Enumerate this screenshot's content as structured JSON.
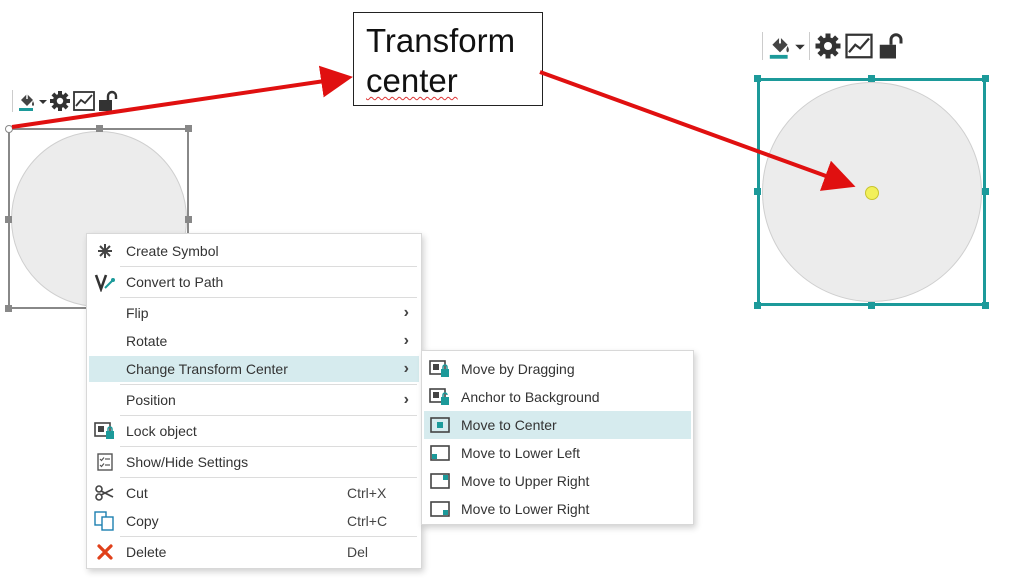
{
  "callout": {
    "line1": "Transform",
    "line2": "center"
  },
  "toolbar": {
    "icons": [
      "fill-bucket-icon",
      "dropdown-caret-icon",
      "gear-icon",
      "chart-line-icon",
      "unlock-icon"
    ]
  },
  "colors": {
    "arrow": "#e01010",
    "selection_teal": "#1c9a9a",
    "selection_gray": "#888888",
    "highlight": "#d6ebee",
    "center_dot": "#f2f05a",
    "delete_red": "#e0401a"
  },
  "context_menu": {
    "items": [
      {
        "label": "Create Symbol",
        "icon": "sparkle-icon"
      },
      {
        "label": "Convert to Path",
        "icon": "convert-path-icon"
      },
      {
        "label": "Flip",
        "submenu": true
      },
      {
        "label": "Rotate",
        "submenu": true
      },
      {
        "label": "Change Transform Center",
        "submenu": true,
        "highlighted": true
      },
      {
        "label": "Position",
        "submenu": true
      },
      {
        "label": "Lock object",
        "icon": "lock-object-icon"
      },
      {
        "label": "Show/Hide Settings",
        "icon": "settings-list-icon"
      },
      {
        "label": "Cut",
        "shortcut": "Ctrl+X",
        "icon": "scissors-icon"
      },
      {
        "label": "Copy",
        "shortcut": "Ctrl+C",
        "icon": "copy-icon"
      },
      {
        "label": "Delete",
        "shortcut": "Del",
        "icon": "delete-x-icon"
      }
    ]
  },
  "submenu": {
    "items": [
      {
        "label": "Move by Dragging",
        "icon": "move-dragging-icon"
      },
      {
        "label": "Anchor to Background",
        "icon": "anchor-background-icon"
      },
      {
        "label": "Move to Center",
        "icon": "move-center-icon",
        "highlighted": true
      },
      {
        "label": "Move to Lower Left",
        "icon": "move-lower-left-icon"
      },
      {
        "label": "Move to Upper Right",
        "icon": "move-upper-right-icon"
      },
      {
        "label": "Move to Lower Right",
        "icon": "move-lower-right-icon"
      }
    ]
  }
}
